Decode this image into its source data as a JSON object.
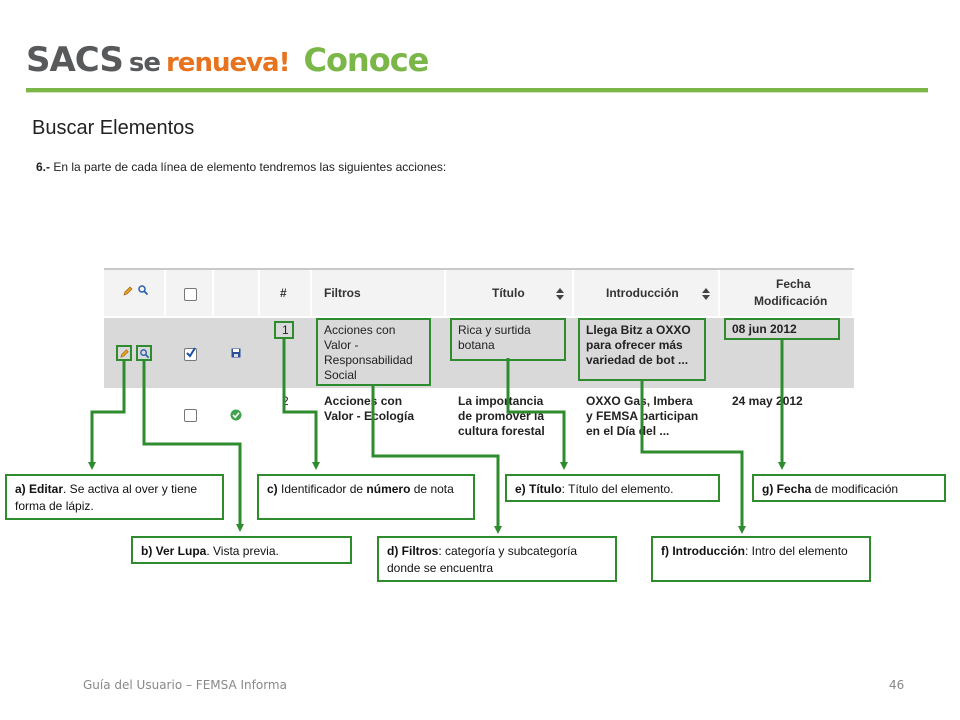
{
  "header": {
    "logo_sacs": "SACS",
    "logo_se": "se",
    "logo_renueva": "renueva!",
    "logo_conoce": "Conoce",
    "accent_color": "#7ab648"
  },
  "page_title": "Buscar Elementos",
  "step": {
    "number": "6.-",
    "text": " En la parte de cada línea de elemento tendremos las siguientes  acciones:"
  },
  "table": {
    "headers": {
      "actions_icons": [
        "pencil-icon",
        "magnifier-icon"
      ],
      "number": "#",
      "filtros": "Filtros",
      "titulo": "Título",
      "introduccion": "Introducción",
      "fecha_line1": "Fecha",
      "fecha_line2": "Modificación"
    },
    "rows": [
      {
        "number": "1",
        "filtros": [
          "Acciones con",
          "Valor -",
          "Responsabilidad",
          "Social"
        ],
        "titulo": [
          "Rica y surtida",
          "botana"
        ],
        "introduccion": [
          "Llega Bitz a OXXO",
          "para ofrecer más",
          "variedad de bot ..."
        ],
        "fecha": "08 jun 2012",
        "checked": true,
        "status_icon": "save-icon"
      },
      {
        "number": "2",
        "filtros": [
          "Acciones con",
          "Valor - Ecología"
        ],
        "titulo": [
          "La importancia",
          "de promover la",
          "cultura forestal"
        ],
        "introduccion": [
          "OXXO Gas, Imbera",
          "y FEMSA participan",
          "en el Día del ..."
        ],
        "fecha": "24 may 2012",
        "checked": false,
        "status_icon": "check-icon"
      }
    ]
  },
  "callouts": {
    "a_label": "a) Editar",
    "a_text": ". Se activa al over y tiene forma de lápiz.",
    "b_label": "b) Ver Lupa",
    "b_text": ". Vista previa.",
    "c_label": "c)",
    "c_text1": " Identificador de ",
    "c_bold": "número",
    "c_text2": " de nota",
    "d_label": "d) Filtros",
    "d_text": ": categoría y subcategoría donde se encuentra",
    "e_label": "e) Título",
    "e_text": ": Título del elemento.",
    "f_label": "f) Introducción",
    "f_text": ": Intro del elemento",
    "g_label": "g) Fecha",
    "g_text": " de modificación"
  },
  "footer": {
    "doc_title": "Guía del Usuario – FEMSA Informa",
    "page_number": "46"
  }
}
